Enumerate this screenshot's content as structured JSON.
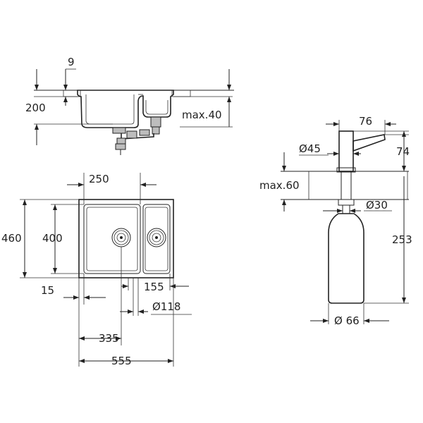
{
  "dimensions": {
    "sink_side": {
      "rim_thickness": "9",
      "depth": "200",
      "max_worktop": "max.40"
    },
    "sink_top": {
      "bowl_width": "250",
      "outer_depth": "460",
      "bowl_depth": "400",
      "edge_offset": "15",
      "small_bowl_width": "155",
      "drain_diameter": "Ø118",
      "drain_spacing": "335",
      "outer_width": "555"
    },
    "dispenser": {
      "spout_length": "76",
      "head_diameter": "Ø45",
      "head_height": "74",
      "max_worktop": "max.60",
      "thread_diameter": "Ø30",
      "total_height": "253",
      "bottle_diameter": "Ø 66"
    }
  }
}
